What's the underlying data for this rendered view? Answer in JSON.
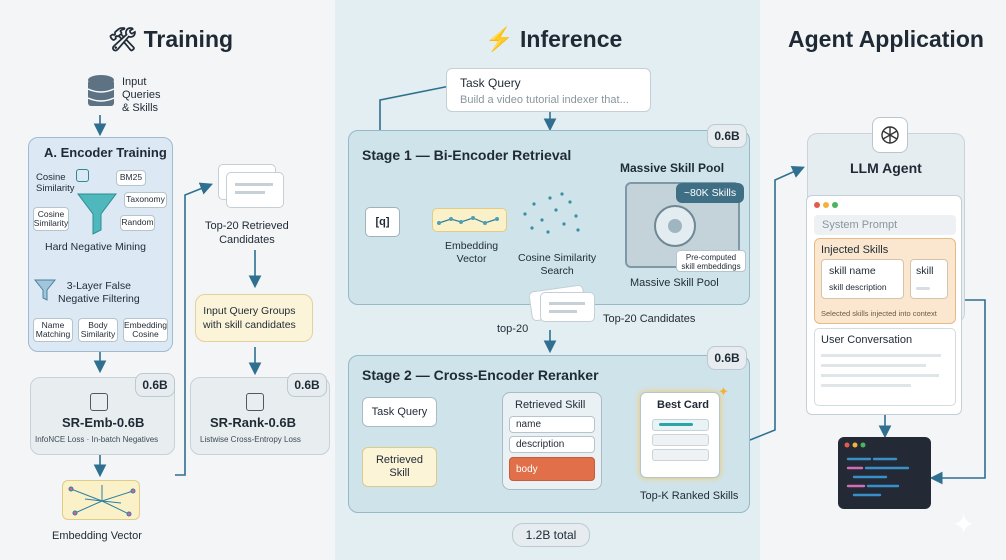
{
  "training": {
    "title": "Training",
    "input_label": "Input\nQueries\n& Skills",
    "encoder_title": "A. Encoder Training",
    "cosine_label": "Cosine\nSimilarity",
    "bm25": "BM25",
    "taxonomy": "Taxonomy",
    "cosine_box": "Cosine\nSimilarity",
    "random": "Random",
    "hard_negative": "Hard Negative Mining",
    "false_negative": "3-Layer False\nNegative Filtering",
    "filters": [
      "Name\nMatching",
      "Body\nSimilarity",
      "Embedding\nCosine"
    ],
    "emb_model": "SR-Emb-0.6B",
    "emb_loss": "InfoNCE Loss · In-batch Negatives",
    "emb_badge": "0.6B",
    "embedding_vector": "Embedding Vector",
    "top20": "Top-20 Retrieved\nCandidates",
    "query_groups": "Input Query Groups\nwith skill candidates",
    "rank_model": "SR-Rank-0.6B",
    "rank_loss": "Listwise Cross-Entropy Loss",
    "rank_badge": "0.6B"
  },
  "inference": {
    "title": "Inference",
    "task_query_title": "Task Query",
    "task_query_text": "Build a video tutorial indexer that...",
    "stage1_title": "Stage 1 — Bi-Encoder Retrieval",
    "stage1_badge": "0.6B",
    "q": "[q]",
    "embedding_vector": "Embedding\nVector",
    "cosine_search": "Cosine Similarity\nSearch",
    "pool_title": "Massive Skill Pool",
    "pool_count": "~80K Skills",
    "precomputed": "Pre-computed\nskill embeddings",
    "pool_caption": "Massive Skill Pool",
    "top20_label": "top-20",
    "top20_candidates": "Top-20 Candidates",
    "stage2_title": "Stage 2 — Cross-Encoder Reranker",
    "stage2_badge": "0.6B",
    "task_query": "Task Query",
    "retrieved_skill": "Retrieved\nSkill",
    "retrieved_title": "Retrieved Skill",
    "fields": [
      "name",
      "description",
      "body"
    ],
    "best_card": "Best Card",
    "topk": "Top-K Ranked Skills",
    "total": "1.2B total"
  },
  "agent": {
    "title": "Agent Application",
    "llm_agent": "LLM Agent",
    "system_prompt": "System Prompt",
    "injected_title": "Injected Skills",
    "skill_name": "skill name",
    "skill_desc": "skill description",
    "skill": "skill",
    "injected_caption": "Selected skills injected into context",
    "user_conversation": "User Conversation"
  }
}
